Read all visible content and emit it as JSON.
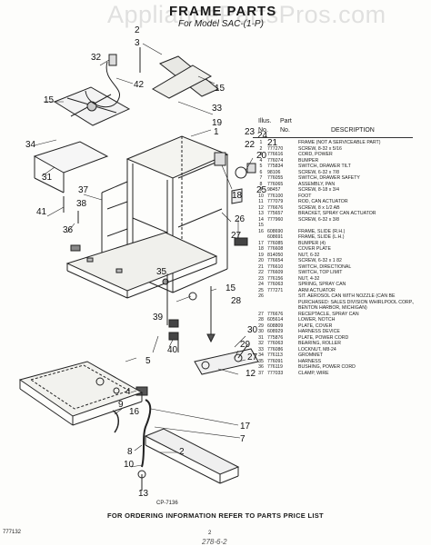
{
  "watermark": "AppliancePartsPros.com",
  "title": "FRAME PARTS",
  "subtitle": "For Model SAC-(1-P)",
  "drawing_code": "CP-7136",
  "parts_header": {
    "ill": "Illus.",
    "part": "Part",
    "no": "No.",
    "description": "DESCRIPTION"
  },
  "parts": [
    {
      "ill": "1",
      "part": "",
      "desc": "FRAME (NOT A SERVICEABLE PART)"
    },
    {
      "ill": "2",
      "part": "777270",
      "desc": "SCREW, 8-32 x 5/16"
    },
    {
      "ill": "3",
      "part": "776616",
      "desc": "CORD, POWER"
    },
    {
      "ill": "4",
      "part": "776074",
      "desc": "BUMPER"
    },
    {
      "ill": "5",
      "part": "775834",
      "desc": "SWITCH, DRAWER TILT"
    },
    {
      "ill": "6",
      "part": "98106",
      "desc": "SCREW, 6-32 x 7/8"
    },
    {
      "ill": "7",
      "part": "776055",
      "desc": "SWITCH, DRAWER SAFETY"
    },
    {
      "ill": "8",
      "part": "776065",
      "desc": "ASSEMBLY, PAN"
    },
    {
      "ill": "9",
      "part": "98457",
      "desc": "SCREW, 8-18 x 3/4"
    },
    {
      "ill": "10",
      "part": "776100",
      "desc": "FOOT"
    },
    {
      "ill": "11",
      "part": "777079",
      "desc": "ROD, CAN ACTUATOR"
    },
    {
      "ill": "12",
      "part": "776676",
      "desc": "SCREW, 8 x 1/2 AB"
    },
    {
      "ill": "13",
      "part": "775657",
      "desc": "BRACKET, SPRAY CAN ACTUATOR"
    },
    {
      "ill": "14",
      "part": "777960",
      "desc": "SCREW, 6-32 x 3/8"
    },
    {
      "ill": "15",
      "part": "",
      "desc": ""
    },
    {
      "ill": "16",
      "part": "608690",
      "desc": "FRAME, SLIDE (R.H.)"
    },
    {
      "ill": "",
      "part": "608691",
      "desc": "FRAME, SLIDE (L.H.)"
    },
    {
      "ill": "17",
      "part": "776085",
      "desc": "BUMPER (4)"
    },
    {
      "ill": "18",
      "part": "776608",
      "desc": "COVER PLATE"
    },
    {
      "ill": "19",
      "part": "814050",
      "desc": "NUT, 6-32"
    },
    {
      "ill": "20",
      "part": "776654",
      "desc": "SCREW, 6-32 x 1 82"
    },
    {
      "ill": "21",
      "part": "776610",
      "desc": "SWITCH, DIRECTIONAL"
    },
    {
      "ill": "22",
      "part": "776609",
      "desc": "SWITCH, TOP LIMIT"
    },
    {
      "ill": "23",
      "part": "776156",
      "desc": "NUT, 4-32"
    },
    {
      "ill": "24",
      "part": "776063",
      "desc": "SPRING, SPRAY CAN"
    },
    {
      "ill": "25",
      "part": "777271",
      "desc": "ARM ACTUATOR"
    },
    {
      "ill": "26",
      "part": "",
      "desc": "SIT. AEROSOL CAN WITH NOZZLE (CAN BE PURCHASED: SALES DIVISION WHIRLPOOL CORP., BENTON HARBOR, MICHIGAN)"
    },
    {
      "ill": "27",
      "part": "776676",
      "desc": "RECEPTACLE, SPRAY CAN"
    },
    {
      "ill": "28",
      "part": "605614",
      "desc": "LOWER, NOTCH"
    },
    {
      "ill": "29",
      "part": "608809",
      "desc": "PLATE, COVER"
    },
    {
      "ill": "30",
      "part": "608929",
      "desc": "HARNESS DEVICE"
    },
    {
      "ill": "31",
      "part": "775876",
      "desc": "PLATE, POWER CORD"
    },
    {
      "ill": "32",
      "part": "776063",
      "desc": "BEARING, ROLLER"
    },
    {
      "ill": "33",
      "part": "776086",
      "desc": "LOCKNUT, M8-24"
    },
    {
      "ill": "34",
      "part": "776113",
      "desc": "GROMMET"
    },
    {
      "ill": "35",
      "part": "776091",
      "desc": "HARNESS"
    },
    {
      "ill": "36",
      "part": "776119",
      "desc": "BUSHING, POWER CORD"
    },
    {
      "ill": "37",
      "part": "777033",
      "desc": "CLAMP, WIRE"
    }
  ],
  "footer": "FOR ORDERING INFORMATION REFER TO PARTS PRICE LIST",
  "form_code": "777132",
  "page_number": "2",
  "handwritten_note": "278-6-2"
}
